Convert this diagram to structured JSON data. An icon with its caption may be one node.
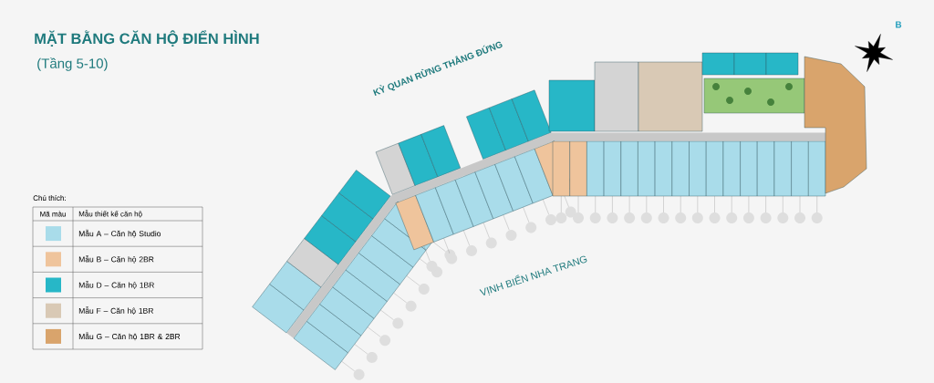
{
  "diagram": {
    "title": "MẶT BẰNG CĂN HỘ ĐIỂN HÌNH",
    "labels": [
      "(Tầng 5-10)",
      "KỲ QUAN RỪNG THẲNG ĐỨNG",
      "B",
      "Chú thích:",
      "Mã màu",
      "Mẫu thiết kế căn hộ",
      "VỊNH BIỂN NHA TRANG"
    ],
    "legend": [
      {
        "text": "Mẫu A – Căn hộ Studio",
        "color": "#a9dcea"
      },
      {
        "text": "Mẫu B – Căn hộ 2BR",
        "color": "#efc49c"
      },
      {
        "text": "Mẫu D – Căn hộ 1BR",
        "color": "#27b7c7"
      },
      {
        "text": "Mẫu F – Căn hộ 1BR",
        "color": "#d9c9b5"
      },
      {
        "text": "Mẫu G – Căn hộ 1BR & 2BR",
        "color": "#d9a46c"
      }
    ]
  }
}
